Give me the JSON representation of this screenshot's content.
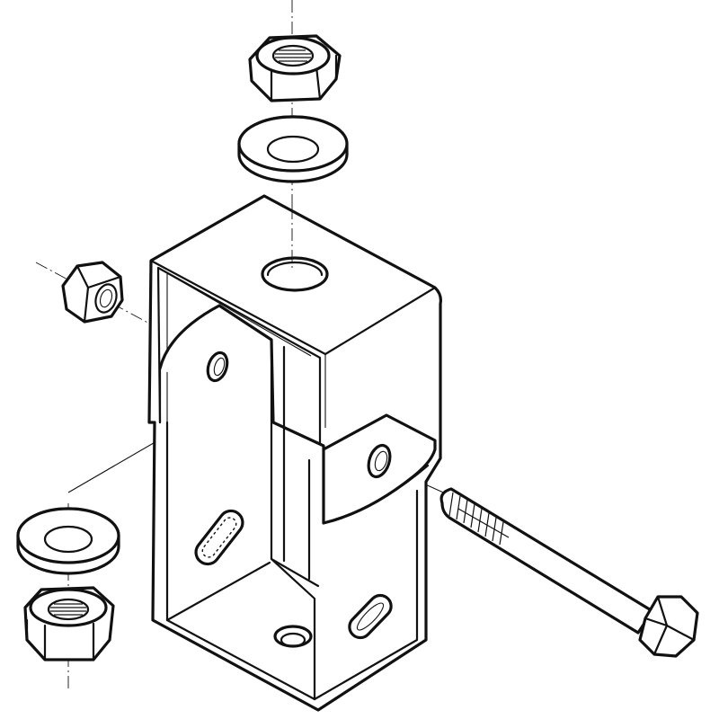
{
  "figure": {
    "kind": "exploded-assembly-line-drawing",
    "parts": [
      {
        "name": "hex-nut",
        "count": 3
      },
      {
        "name": "flat-washer",
        "count": 2
      },
      {
        "name": "u-bracket-with-swivel-plate",
        "count": 1
      },
      {
        "name": "hex-head-bolt",
        "count": 1
      }
    ],
    "colors": {
      "line": "#111111",
      "fill": "#ffffff",
      "background": "#ffffff"
    }
  }
}
